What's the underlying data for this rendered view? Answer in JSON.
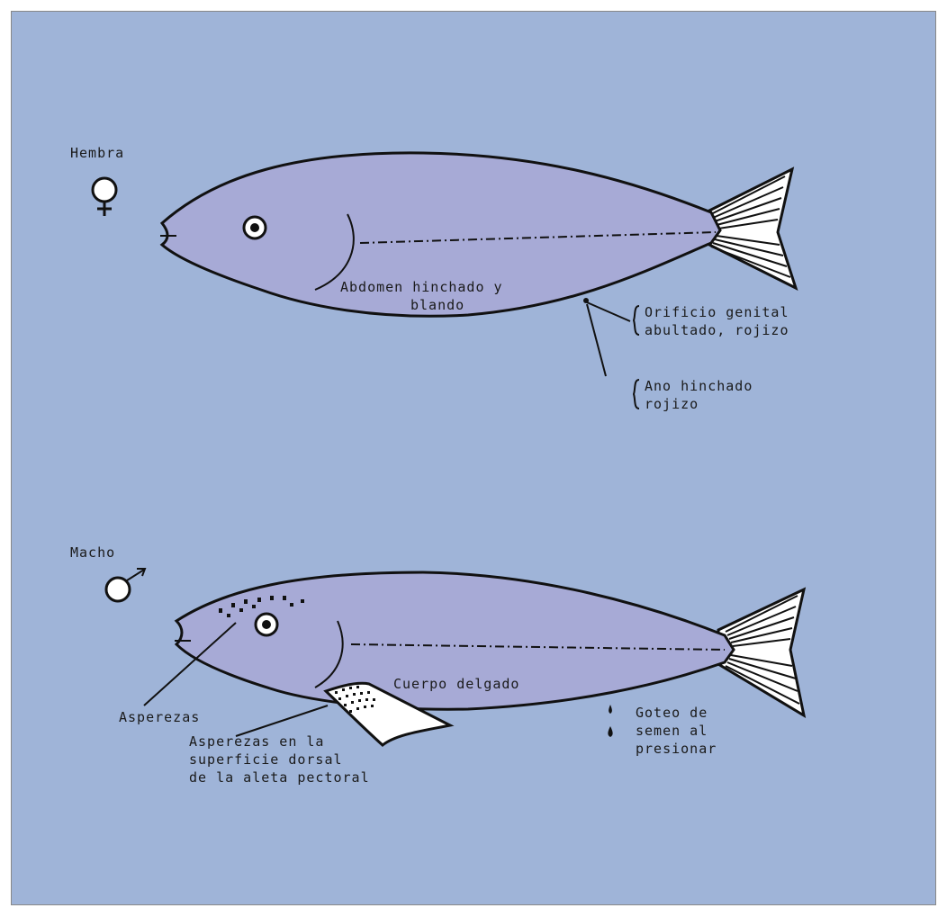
{
  "background_color": "#9fb4d8",
  "fish_body_color": "#a7aad6",
  "outline_color": "#111111",
  "female": {
    "label": "Hembra",
    "symbol_icon": "female-symbol-icon",
    "abdomen_note": [
      "Abdomen hinchado y",
      "blando"
    ],
    "genital_note": [
      "Orificio genital",
      "abultado, rojizo"
    ],
    "anus_note": [
      "Ano hinchado",
      "rojizo"
    ]
  },
  "male": {
    "label": "Macho",
    "symbol_icon": "male-symbol-icon",
    "body_note": "Cuerpo delgado",
    "roughness_note": "Asperezas",
    "fin_note": [
      "Asperezas en la",
      "superficie dorsal",
      "de la aleta pectoral"
    ],
    "semen_note": [
      "Goteo de",
      "semen al",
      "presionar"
    ]
  }
}
